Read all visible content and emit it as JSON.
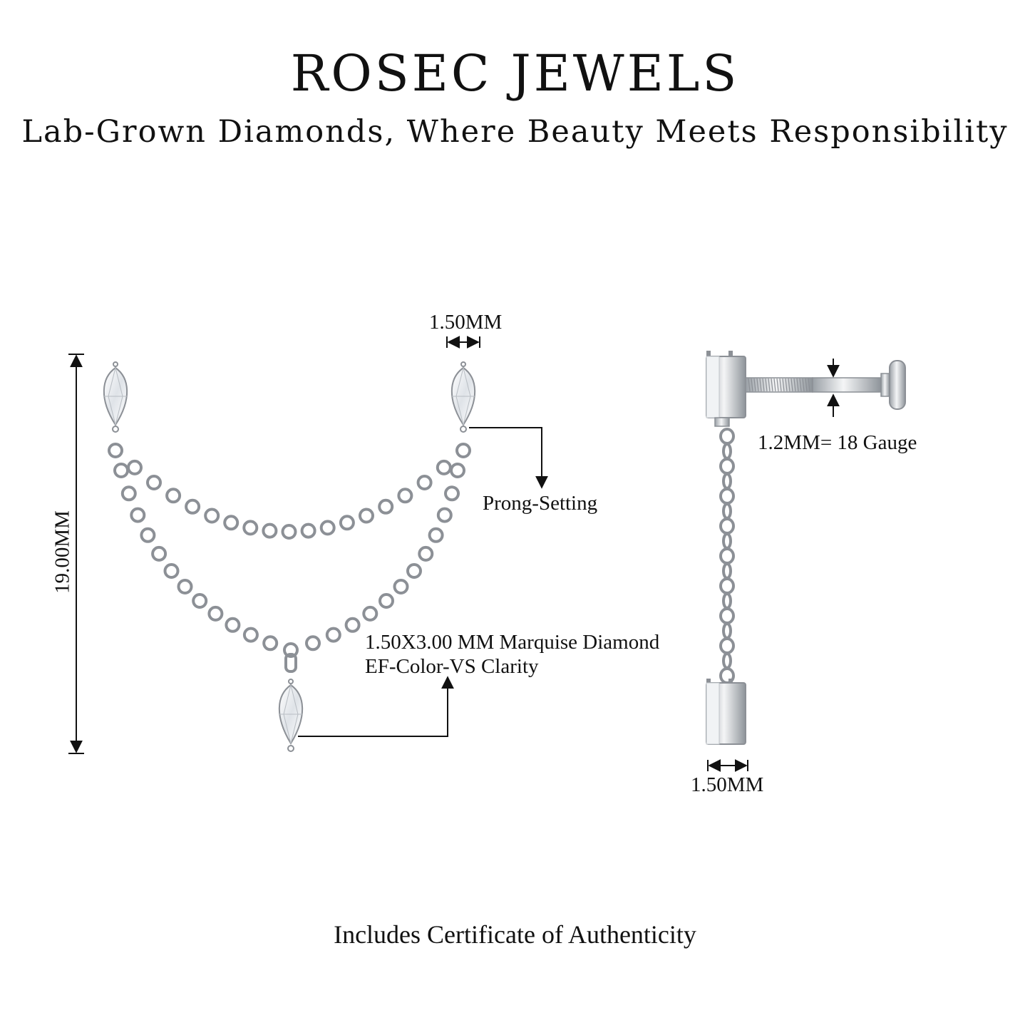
{
  "header": {
    "brand": "ROSEC JEWELS",
    "tagline": "Lab-Grown Diamonds, Where Beauty Meets Responsibility"
  },
  "front_view": {
    "height_label": "19.00MM",
    "top_width_label": "1.50MM",
    "setting_label": "Prong-Setting",
    "stone_label_line1": "1.50X3.00 MM Marquise Diamond",
    "stone_label_line2": "EF-Color-VS Clarity"
  },
  "side_view": {
    "gauge_label": "1.2MM= 18 Gauge",
    "width_label": "1.50MM"
  },
  "footer": {
    "certificate": "Includes Certificate of Authenticity"
  },
  "colors": {
    "text": "#111111",
    "metal": "#b9bdc2",
    "metal_dark": "#8c9096",
    "stone": "#eef0f3"
  }
}
